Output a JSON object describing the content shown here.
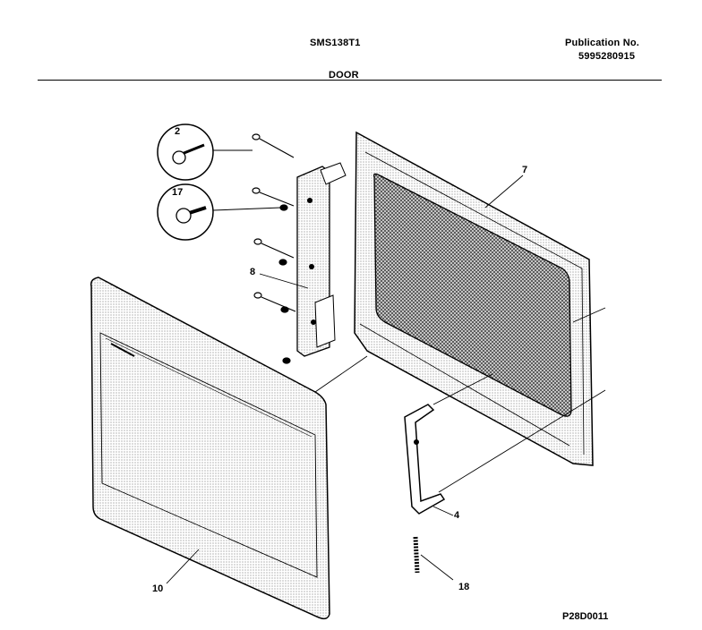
{
  "header": {
    "model": "SMS138T1",
    "publication_label": "Publication No.",
    "publication_number": "5995280915",
    "section": "DOOR"
  },
  "callouts": {
    "screw_2": "2",
    "screw_17": "17",
    "hinge_8": "8",
    "door_frame_7": "7",
    "latch_4": "4",
    "door_panel_10": "10",
    "spring_18": "18"
  },
  "reference_code": "P28D0011"
}
